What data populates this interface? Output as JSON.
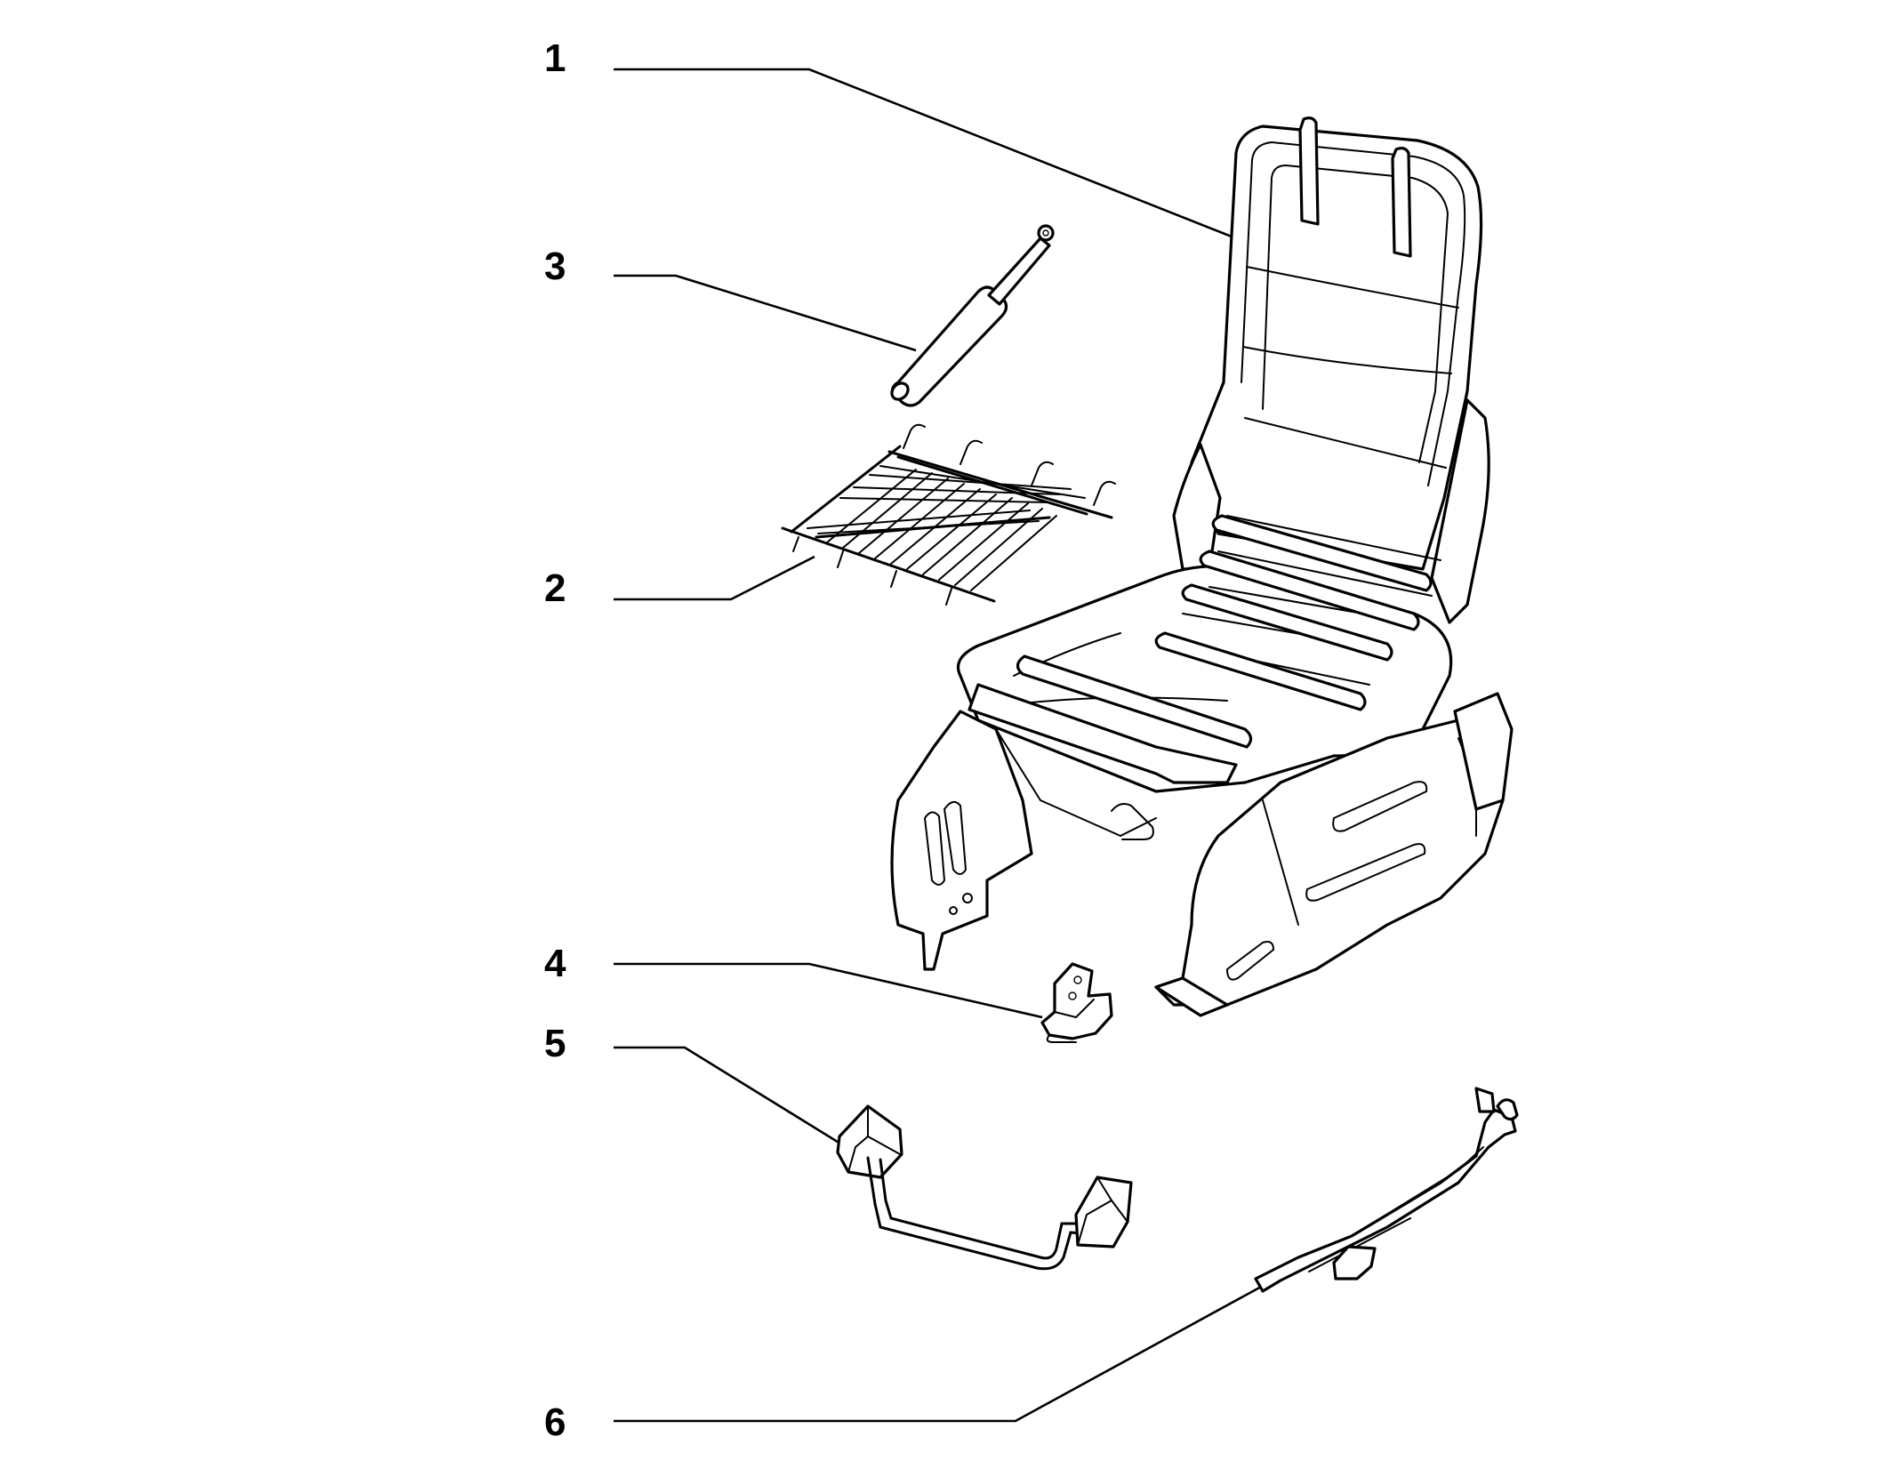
{
  "diagram": {
    "callouts": [
      {
        "id": "1",
        "label": "1"
      },
      {
        "id": "2",
        "label": "2"
      },
      {
        "id": "3",
        "label": "3"
      },
      {
        "id": "4",
        "label": "4"
      },
      {
        "id": "5",
        "label": "5"
      },
      {
        "id": "6",
        "label": "6"
      }
    ],
    "parts": [
      {
        "callout": "1",
        "icon": "seat-frame-icon"
      },
      {
        "callout": "2",
        "icon": "spring-mat-icon"
      },
      {
        "callout": "3",
        "icon": "gas-strut-icon"
      },
      {
        "callout": "4",
        "icon": "bracket-icon"
      },
      {
        "callout": "5",
        "icon": "weight-sensor-cable-icon"
      },
      {
        "callout": "6",
        "icon": "seat-rail-icon"
      }
    ],
    "colors": {
      "line": "#000000",
      "background": "#ffffff"
    }
  }
}
